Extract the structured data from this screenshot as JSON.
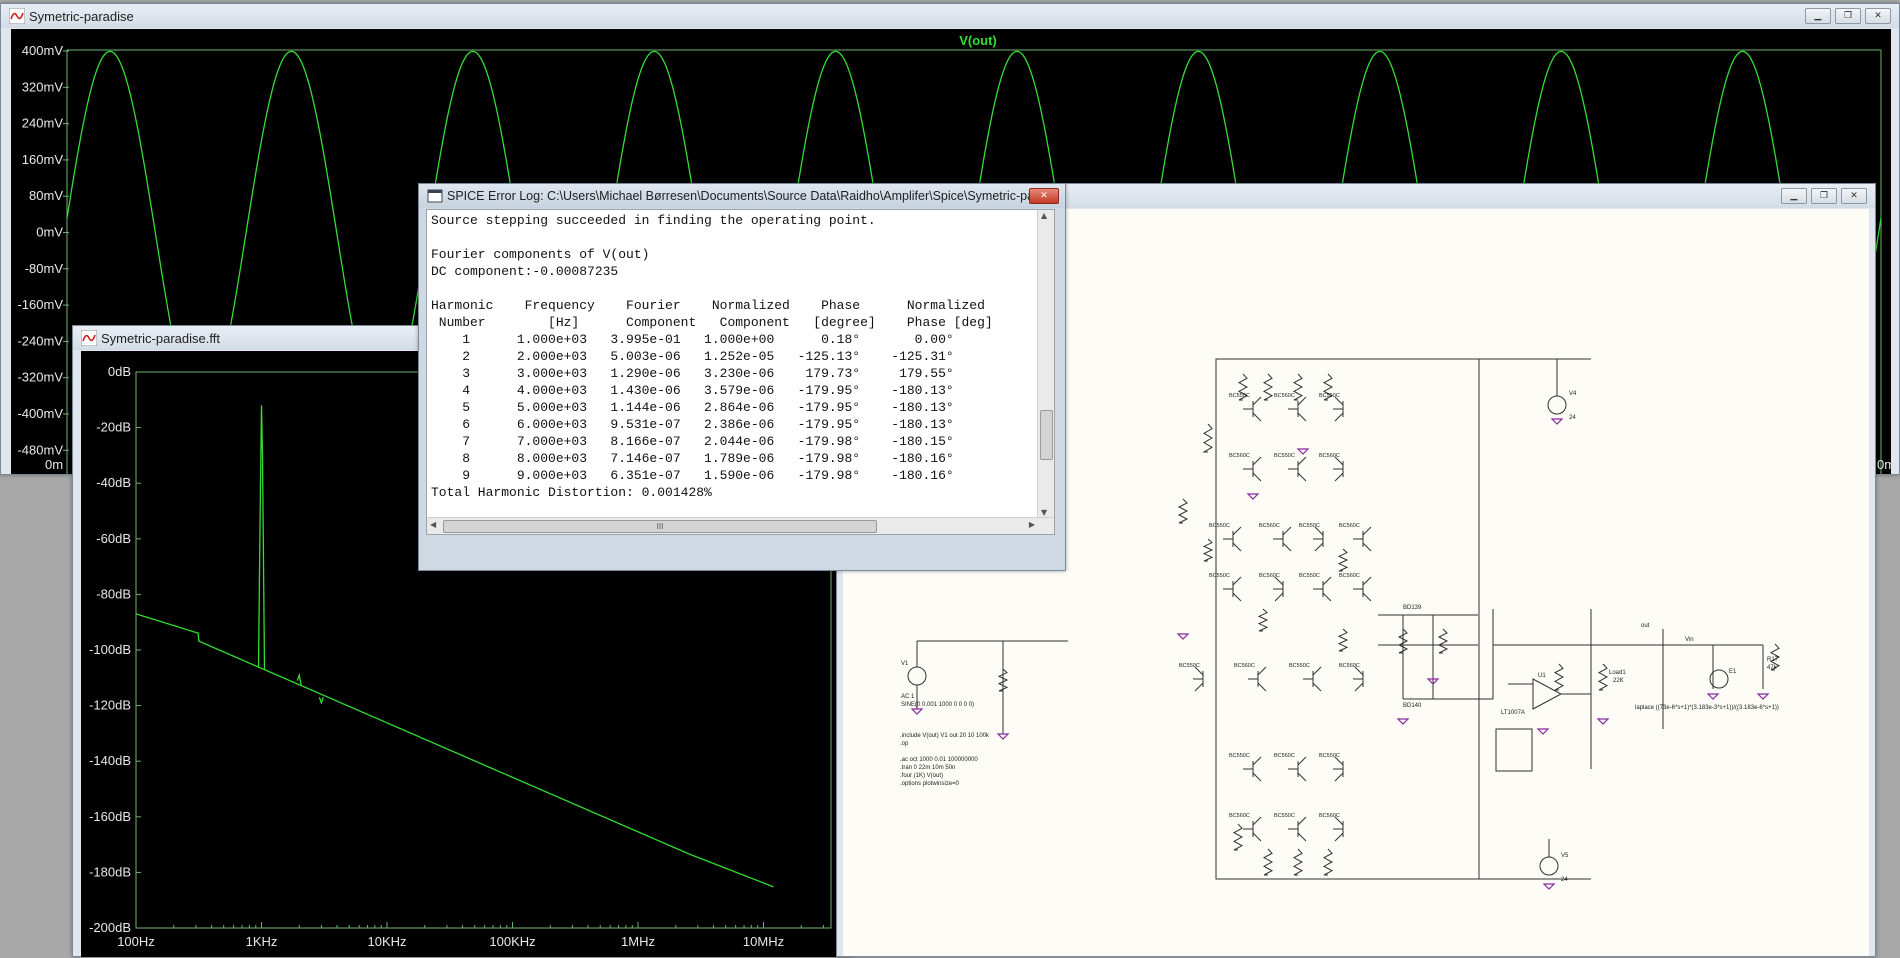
{
  "vout_window": {
    "title": "Symetric-paradise",
    "trace_title": "V(out)",
    "y_ticks": [
      "400mV",
      "320mV",
      "240mV",
      "160mV",
      "80mV",
      "0mV",
      "-80mV",
      "-160mV",
      "-240mV",
      "-320mV",
      "-400mV",
      "-480mV"
    ],
    "x_tick_left": "0m",
    "x_tick_right": "0m"
  },
  "fft_window": {
    "title": "Symetric-paradise.fft"
  },
  "log_window": {
    "title": "SPICE Error Log: C:\\Users\\Michael Børresen\\Documents\\Source Data\\Raidho\\Amplifer\\Spice\\Symetric-para...",
    "line_opening": "Source stepping succeeded in finding the operating point.",
    "line_fourier": "Fourier components of V(out)",
    "line_dc": "DC component:-0.00087235",
    "header1": "Harmonic    Frequency    Fourier    Normalized    Phase      Normalized",
    "header2": " Number        [Hz]      Component   Component   [degree]    Phase [deg]",
    "rows": [
      {
        "text": "    1      1.000e+03   3.995e-01   1.000e+00      0.18°       0.00°"
      },
      {
        "text": "    2      2.000e+03   5.003e-06   1.252e-05   -125.13°    -125.31°"
      },
      {
        "text": "    3      3.000e+03   1.290e-06   3.230e-06    179.73°     179.55°"
      },
      {
        "text": "    4      4.000e+03   1.430e-06   3.579e-06   -179.95°    -180.13°"
      },
      {
        "text": "    5      5.000e+03   1.144e-06   2.864e-06   -179.95°    -180.13°"
      },
      {
        "text": "    6      6.000e+03   9.531e-07   2.386e-06   -179.95°    -180.13°"
      },
      {
        "text": "    7      7.000e+03   8.166e-07   2.044e-06   -179.98°    -180.15°"
      },
      {
        "text": "    8      8.000e+03   7.146e-07   1.789e-06   -179.98°    -180.16°"
      },
      {
        "text": "    9      9.000e+03   6.351e-07   1.590e-06   -179.98°    -180.16°"
      }
    ],
    "thd": "Total Harmonic Distortion: 0.001428%",
    "scroll_thumb_label": "III"
  },
  "schematic": {
    "labels": {
      "supply_pos": "V4",
      "supply_pos_val": "24",
      "supply_neg": "V5",
      "supply_neg_val": "24",
      "source": "V1",
      "source_ac": "AC 1",
      "source_sine": "SINE(0 0.001 1000 0 0 0 0)",
      "load": "Load1",
      "load_val": "22K",
      "dir1": ".include V(out) V1 out 20 10 100k",
      "dir1b": ".op",
      "dir2": ".ac oct 1000 0.01 100000000",
      ".tran": ".tran 0 22m 10m 50n",
      "four": ".four (1K) V(out)",
      "options": ".options plotwinsize=0",
      "laplace": "laplace ((73e-6*s+1)*(3.183e-3*s+1))/((3.183e-6*s+1))",
      "out_label": "out",
      "probe": "Vin",
      "e1": "E1",
      "r17": "R17",
      "r17v": "47k",
      "q_npn": "BC550C",
      "q_pnp": "BC560C",
      "q_out": "BD139",
      "q_out2": "BD140",
      "u1": "U1",
      "u2": "LT1007A"
    }
  },
  "colors": {
    "trace": "#33dd33",
    "plot_bg": "#000000",
    "grid_axis": "#6fb56f",
    "tick_text": "#e8e8e8",
    "title_text": "#222222",
    "schematic_bg": "#fdfcf6",
    "wire": "#303030",
    "ground": "#8a2aa0"
  }
}
